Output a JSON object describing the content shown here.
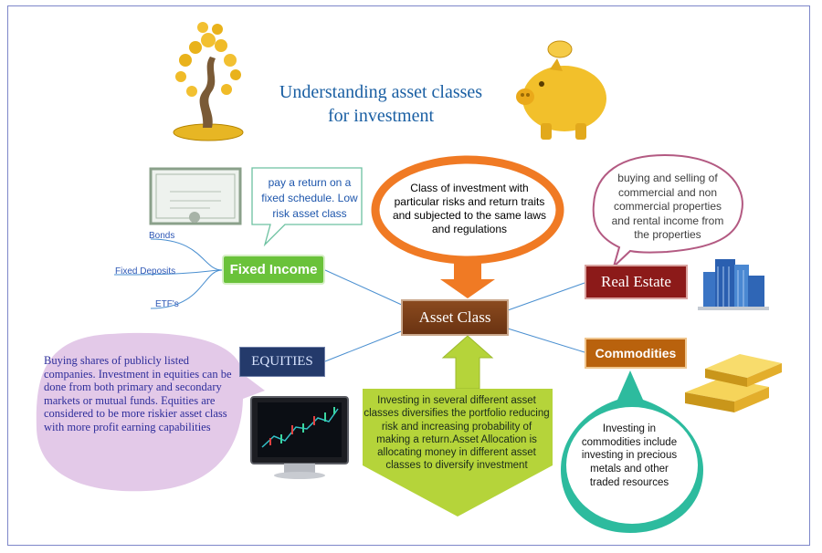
{
  "title": {
    "line1": "Understanding asset classes",
    "line2": "for investment"
  },
  "nodes": {
    "asset_class": "Asset Class",
    "fixed_income": "Fixed Income",
    "equities": "EQUITIES",
    "real_estate": "Real Estate",
    "commodities": "Commodities"
  },
  "fixed_income_items": [
    "Bonds",
    "Fixed Deposits",
    "ETF's"
  ],
  "callouts": {
    "fixed_income": "pay a return on a fixed schedule. Low risk asset class",
    "asset_class": "Class of investment with particular risks and return traits and subjected to the same laws and regulations",
    "real_estate": "buying and selling of commercial and non commercial properties and rental income from the properties",
    "equities": "Buying shares of publicly listed companies. Investment in equities can be done from both primary and secondary markets or mutual funds. Equities are considered to be more riskier asset class with more profit earning capabilities",
    "asset_allocation": "Investing in several different asset classes diversifies the portfolio reducing risk and increasing probability of making a return.Asset Allocation is allocating money in different asset classes to diversify investment",
    "commodities": "Investing in commodities include investing in precious metals and other traded resources"
  },
  "colors": {
    "title": "#1a5fa3",
    "fixed_income": "#6ac23a",
    "equities": "#243a6b",
    "asset_class": "#7a3d17",
    "real_estate": "#8c1a19",
    "commodities": "#b9620d",
    "orange_bubble": "#f07a24",
    "pink_bubble": "#b35a82",
    "lavender_bubble": "#e3c9e8",
    "green_arrow": "#b5d43a",
    "teal_shape": "#2dbb9e"
  },
  "icons": [
    "money-tree-icon",
    "piggy-bank-icon",
    "certificate-icon",
    "office-building-icon",
    "gold-bars-icon",
    "stock-monitor-icon"
  ]
}
